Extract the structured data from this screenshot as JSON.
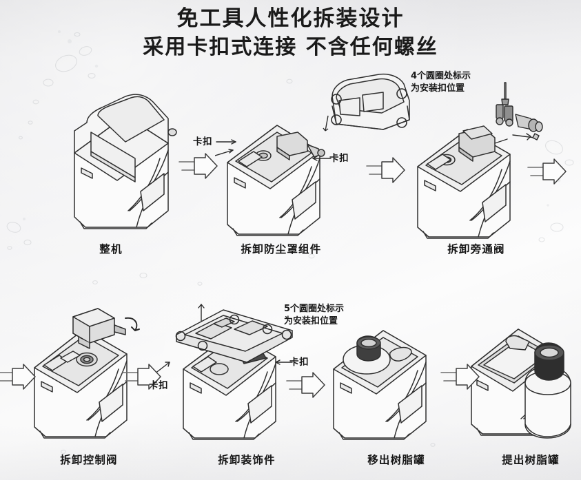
{
  "title": {
    "line1": "免工具人性化拆装设计",
    "line2": "采用卡扣式连接 不含任何螺丝"
  },
  "steps": [
    {
      "id": "step-1",
      "caption": "整机"
    },
    {
      "id": "step-2",
      "caption": "拆卸防尘罩组件"
    },
    {
      "id": "step-3",
      "caption": "拆卸旁通阀"
    },
    {
      "id": "step-4",
      "caption": "拆卸控制阀"
    },
    {
      "id": "step-5",
      "caption": "拆卸装饰件"
    },
    {
      "id": "step-6",
      "caption": "移出树脂罐"
    },
    {
      "id": "step-7",
      "caption": "提出树脂罐"
    }
  ],
  "callouts": {
    "clip_left_top": "卡扣",
    "clip_right_top": "卡扣",
    "clip_left_bottom": "卡扣",
    "clip_right_bottom": "卡扣"
  },
  "notes": {
    "four_circles": {
      "line1": "4个圆圈处标示",
      "line2": "为安装扣位置"
    },
    "five_circles": {
      "line1": "5个圆圈处标示",
      "line2": "为安装扣位置"
    }
  },
  "colors": {
    "background_light": "#f6f6f7",
    "background_dark": "#e4e4e6",
    "ink": "#1d1d1d",
    "line": "#3a3a3a",
    "fill": "#fafafa",
    "shade": "#e9e9ea"
  }
}
